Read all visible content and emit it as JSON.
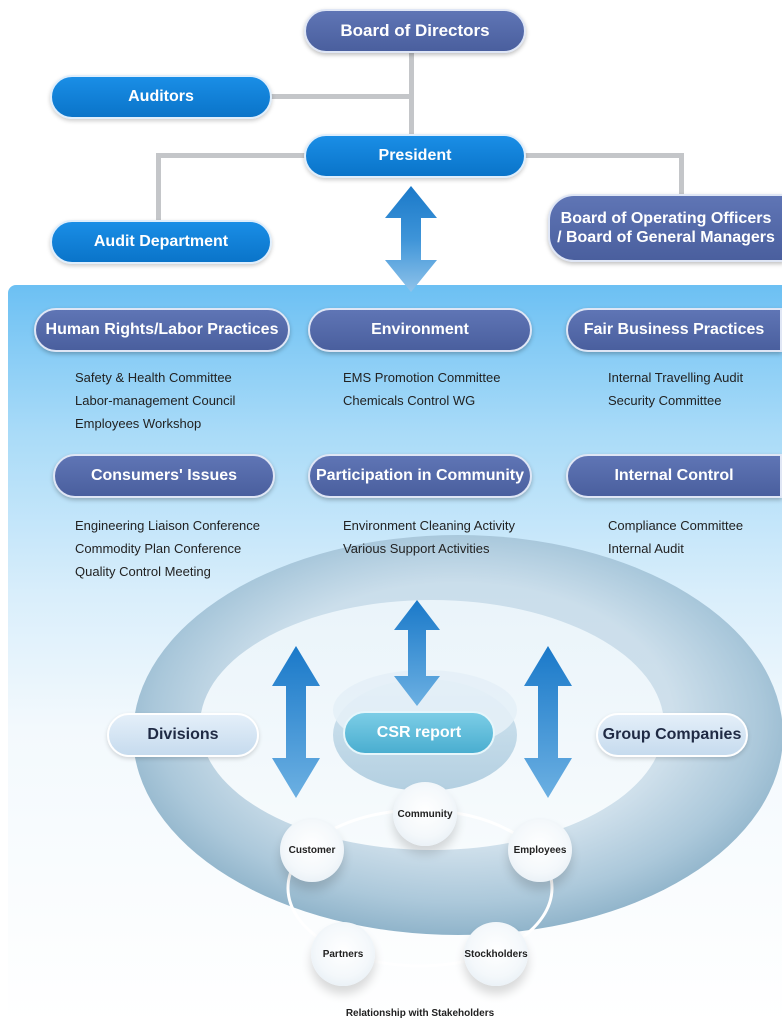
{
  "top": {
    "board": "Board of Directors",
    "auditors": "Auditors",
    "president": "President",
    "audit_department": "Audit Department",
    "operating_officers_line1": "Board of Operating Officers",
    "operating_officers_line2": "/ Board of General Managers"
  },
  "categories": [
    {
      "title": "Human Rights/Labor Practices",
      "items": [
        "Safety & Health Committee",
        "Labor-management Council",
        "Employees Workshop"
      ]
    },
    {
      "title": "Environment",
      "items": [
        "EMS Promotion Committee",
        "Chemicals Control WG"
      ]
    },
    {
      "title": "Fair Business Practices",
      "items": [
        "Internal Travelling Audit",
        "Security Committee"
      ]
    },
    {
      "title": "Consumers' Issues",
      "items": [
        "Engineering Liaison Conference",
        "Commodity Plan Conference",
        "Quality Control Meeting"
      ]
    },
    {
      "title": "Participation in Community",
      "items": [
        "Environment Cleaning Activity",
        "Various Support Activities"
      ]
    },
    {
      "title": "Internal Control",
      "items": [
        "Compliance Committee",
        "Internal Audit"
      ]
    }
  ],
  "ring": {
    "divisions": "Divisions",
    "csr_report": "CSR report",
    "group_companies": "Group Companies"
  },
  "stakeholders": {
    "community": "Community",
    "customer": "Customer",
    "employees": "Employees",
    "partners": "Partners",
    "stockholders": "Stockholders",
    "caption": "Relationship with Stakeholders"
  },
  "colors": {
    "navy": "#4f64a4",
    "blue": "#0f7fd6",
    "connector": "#c4c6c9",
    "panel_top": "#6fc3f5"
  }
}
